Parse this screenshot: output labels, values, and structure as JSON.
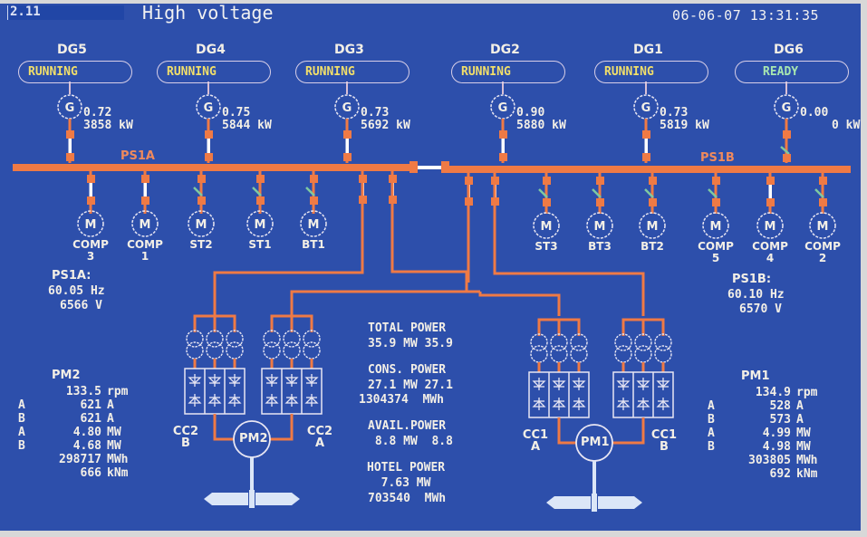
{
  "header": {
    "page_id": "2.11",
    "title": "High voltage",
    "datetime": "06-06-07 13:31:35"
  },
  "generators": [
    {
      "name": "DG5",
      "status": "RUNNING",
      "pf": "0.72",
      "power": "3858 kW"
    },
    {
      "name": "DG4",
      "status": "RUNNING",
      "pf": "0.75",
      "power": "5844 kW"
    },
    {
      "name": "DG3",
      "status": "RUNNING",
      "pf": "0.73",
      "power": "5692 kW"
    },
    {
      "name": "DG2",
      "status": "RUNNING",
      "pf": "0.90",
      "power": "5880 kW"
    },
    {
      "name": "DG1",
      "status": "RUNNING",
      "pf": "0.73",
      "power": "5819 kW"
    },
    {
      "name": "DG6",
      "status": "READY",
      "pf": "0.00",
      "power": "0 kW"
    }
  ],
  "generator_symbol": "G",
  "motor_symbol": "M",
  "buses": {
    "left": {
      "name": "PS1A",
      "label": "PS1A:",
      "frequency": "60.05 Hz",
      "voltage": "6566 V"
    },
    "right": {
      "name": "PS1B",
      "label": "PS1B:",
      "frequency": "60.10 Hz",
      "voltage": "6570 V"
    }
  },
  "motors": [
    {
      "line1": "COMP",
      "line2": "3",
      "breaker": "closed"
    },
    {
      "line1": "COMP",
      "line2": "1",
      "breaker": "closed"
    },
    {
      "line1": "ST2",
      "line2": "",
      "breaker": "open"
    },
    {
      "line1": "ST1",
      "line2": "",
      "breaker": "open"
    },
    {
      "line1": "BT1",
      "line2": "",
      "breaker": "open"
    },
    {
      "line1": "ST3",
      "line2": "",
      "breaker": "open"
    },
    {
      "line1": "BT3",
      "line2": "",
      "breaker": "open"
    },
    {
      "line1": "BT2",
      "line2": "",
      "breaker": "open"
    },
    {
      "line1": "COMP",
      "line2": "5",
      "breaker": "open"
    },
    {
      "line1": "COMP",
      "line2": "4",
      "breaker": "closed"
    },
    {
      "line1": "COMP",
      "line2": "2",
      "breaker": "open"
    }
  ],
  "converters": {
    "cc2b": {
      "line1": "CC2",
      "line2": "B"
    },
    "cc2a": {
      "line1": "CC2",
      "line2": "A"
    },
    "cc1a": {
      "line1": "CC1",
      "line2": "A"
    },
    "cc1b": {
      "line1": "CC1",
      "line2": "B"
    }
  },
  "propulsion_motors": {
    "pm2": {
      "symbol": "PM2",
      "title": "PM2",
      "rows": [
        {
          "prefix": "",
          "value": "133.5",
          "unit": "rpm"
        },
        {
          "prefix": "A",
          "value": "621",
          "unit": "A"
        },
        {
          "prefix": "B",
          "value": "621",
          "unit": "A"
        },
        {
          "prefix": "A",
          "value": "4.80",
          "unit": "MW"
        },
        {
          "prefix": "B",
          "value": "4.68",
          "unit": "MW"
        },
        {
          "prefix": "",
          "value": "298717",
          "unit": "MWh"
        },
        {
          "prefix": "",
          "value": "666",
          "unit": "kNm"
        }
      ]
    },
    "pm1": {
      "symbol": "PM1",
      "title": "PM1",
      "rows": [
        {
          "prefix": "",
          "value": "134.9",
          "unit": "rpm"
        },
        {
          "prefix": "A",
          "value": "528",
          "unit": "A"
        },
        {
          "prefix": "B",
          "value": "573",
          "unit": "A"
        },
        {
          "prefix": "A",
          "value": "4.99",
          "unit": "MW"
        },
        {
          "prefix": "B",
          "value": "4.98",
          "unit": "MW"
        },
        {
          "prefix": "",
          "value": "303805",
          "unit": "MWh"
        },
        {
          "prefix": "",
          "value": "692",
          "unit": "kNm"
        }
      ]
    }
  },
  "power_summary": {
    "total": {
      "label": "TOTAL POWER",
      "line1": "35.9 MW 35.9"
    },
    "consumed": {
      "label": "CONS. POWER",
      "line1": "27.1 MW 27.1",
      "line2": "1304374  MWh"
    },
    "available": {
      "label": "AVAIL.POWER",
      "line1": " 8.8 MW  8.8"
    },
    "hotel": {
      "label": "HOTEL POWER",
      "line1": "  7.63 MW",
      "line2": "703540  MWh"
    }
  },
  "colors": {
    "background": "#2d4fab",
    "bus": "#ef7a45",
    "running": "#f2df6a",
    "ready": "#a8e7b0",
    "breaker_open": "#7fc9a0",
    "energized_link": "#ffffff"
  }
}
